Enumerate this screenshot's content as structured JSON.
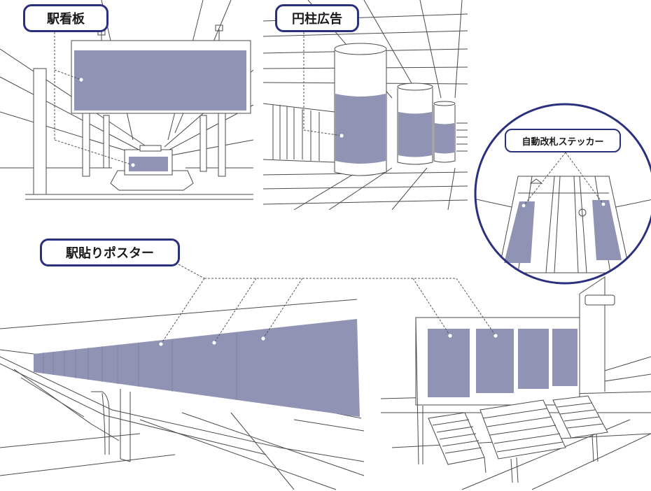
{
  "labels": {
    "station_sign": "駅看板",
    "pillar_ad": "円柱広告",
    "gate_sticker": "自動改札ステッカー",
    "station_poster": "駅貼りポスター"
  },
  "colors": {
    "ad_fill": "#9093b4",
    "line": "#4a4a4a",
    "label_border": "#2a2f7e",
    "background": "#ffffff"
  }
}
